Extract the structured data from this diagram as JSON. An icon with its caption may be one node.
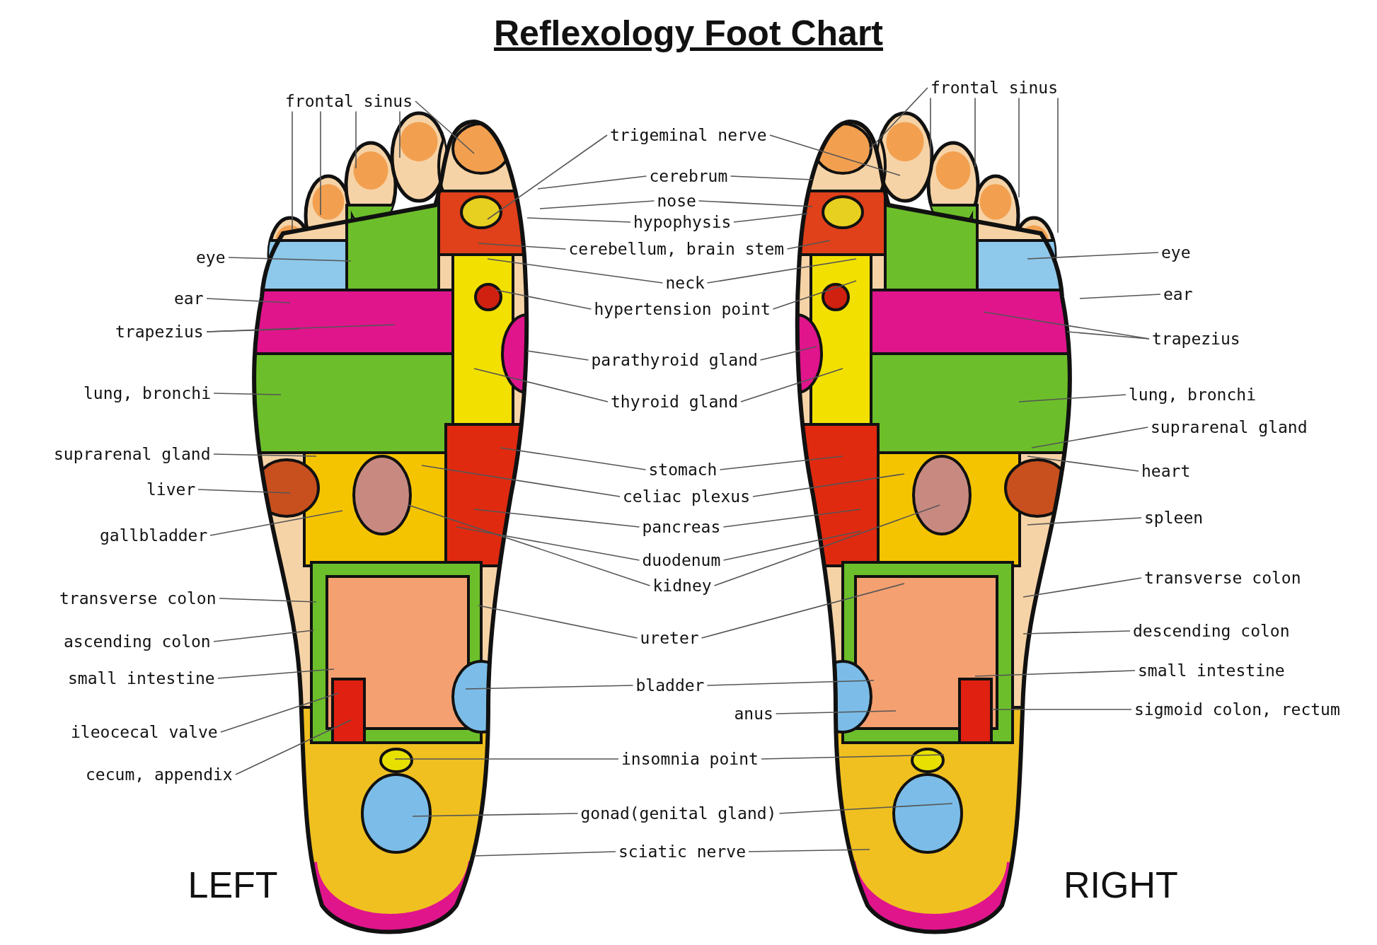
{
  "diagram": {
    "title": "Reflexology Foot Chart",
    "nodes": [
      {
        "text": [
          "frontal sinus"
        ]
      },
      {
        "text": [
          "eye"
        ]
      },
      {
        "text": [
          "ear"
        ]
      },
      {
        "text": [
          "trapezius"
        ]
      },
      {
        "text": [
          "lung, bronchi"
        ]
      },
      {
        "text": [
          "suprarenal gland"
        ]
      },
      {
        "text": [
          "liver"
        ]
      },
      {
        "text": [
          "gallbladder"
        ]
      },
      {
        "text": [
          "transverse colon"
        ]
      },
      {
        "text": [
          "ascending colon"
        ]
      },
      {
        "text": [
          "small intestine"
        ]
      },
      {
        "text": [
          "ileocecal valve"
        ]
      },
      {
        "text": [
          "cecum, appendix"
        ]
      },
      {
        "text": [
          "trigeminal nerve"
        ]
      },
      {
        "text": [
          "cerebrum"
        ]
      },
      {
        "text": [
          "nose"
        ]
      },
      {
        "text": [
          "hypophysis"
        ]
      },
      {
        "text": [
          "cerebellum, brain stem"
        ]
      },
      {
        "text": [
          "neck"
        ]
      },
      {
        "text": [
          "hypertension point"
        ]
      },
      {
        "text": [
          "parathyroid gland"
        ]
      },
      {
        "text": [
          "thyroid gland"
        ]
      },
      {
        "text": [
          "stomach"
        ]
      },
      {
        "text": [
          "celiac plexus"
        ]
      },
      {
        "text": [
          "pancreas"
        ]
      },
      {
        "text": [
          "duodenum"
        ]
      },
      {
        "text": [
          "kidney"
        ]
      },
      {
        "text": [
          "ureter"
        ]
      },
      {
        "text": [
          "bladder"
        ]
      },
      {
        "text": [
          "anus"
        ]
      },
      {
        "text": [
          "insomnia point"
        ]
      },
      {
        "text": [
          "gonad(genital gland)"
        ]
      },
      {
        "text": [
          "sciatic nerve"
        ]
      },
      {
        "text": [
          "frontal sinus"
        ]
      },
      {
        "text": [
          "eye"
        ]
      },
      {
        "text": [
          "ear"
        ]
      },
      {
        "text": [
          "trapezius"
        ]
      },
      {
        "text": [
          "lung, bronchi"
        ]
      },
      {
        "text": [
          "suprarenal gland"
        ]
      },
      {
        "text": [
          "heart"
        ]
      },
      {
        "text": [
          "spleen"
        ]
      },
      {
        "text": [
          "transverse colon"
        ]
      },
      {
        "text": [
          "descending colon"
        ]
      },
      {
        "text": [
          "small intestine"
        ]
      },
      {
        "text": [
          "sigmoid colon, rectum"
        ]
      }
    ],
    "edges": [
      {
        "from": 0,
        "to": null,
        "arrow": "none"
      },
      {
        "from": 0,
        "to": null,
        "arrow": "none"
      },
      {
        "from": 0,
        "to": null,
        "arrow": "none"
      },
      {
        "from": 0,
        "to": null,
        "arrow": "none"
      },
      {
        "from": 0,
        "to": null,
        "arrow": "none"
      },
      {
        "from": 1,
        "to": null,
        "arrow": "none"
      },
      {
        "from": 2,
        "to": null,
        "arrow": "none"
      },
      {
        "from": 3,
        "to": null,
        "arrow": "none"
      },
      {
        "from": 3,
        "to": null,
        "arrow": "none"
      },
      {
        "from": 4,
        "to": null,
        "arrow": "none"
      },
      {
        "from": 5,
        "to": null,
        "arrow": "none"
      },
      {
        "from": 6,
        "to": null,
        "arrow": "none"
      },
      {
        "from": 7,
        "to": null,
        "arrow": "none"
      },
      {
        "from": 8,
        "to": null,
        "arrow": "none"
      },
      {
        "from": 9,
        "to": null,
        "arrow": "none"
      },
      {
        "from": 10,
        "to": null,
        "arrow": "none"
      },
      {
        "from": 11,
        "to": null,
        "arrow": "none"
      },
      {
        "from": 12,
        "to": null,
        "arrow": "none"
      },
      {
        "from": 13,
        "to": null,
        "arrow": "none"
      },
      {
        "from": 13,
        "to": null,
        "arrow": "none"
      },
      {
        "from": 14,
        "to": null,
        "arrow": "none"
      },
      {
        "from": 14,
        "to": null,
        "arrow": "none"
      },
      {
        "from": 15,
        "to": null,
        "arrow": "none"
      },
      {
        "from": 15,
        "to": null,
        "arrow": "none"
      },
      {
        "from": 16,
        "to": null,
        "arrow": "none"
      },
      {
        "from": 16,
        "to": null,
        "arrow": "none"
      },
      {
        "from": 17,
        "to": null,
        "arrow": "none"
      },
      {
        "from": 17,
        "to": null,
        "arrow": "none"
      },
      {
        "from": 18,
        "to": null,
        "arrow": "none"
      },
      {
        "from": 18,
        "to": null,
        "arrow": "none"
      },
      {
        "from": 19,
        "to": null,
        "arrow": "none"
      },
      {
        "from": 19,
        "to": null,
        "arrow": "none"
      },
      {
        "from": 20,
        "to": null,
        "arrow": "none"
      },
      {
        "from": 20,
        "to": null,
        "arrow": "none"
      },
      {
        "from": 21,
        "to": null,
        "arrow": "none"
      },
      {
        "from": 21,
        "to": null,
        "arrow": "none"
      },
      {
        "from": 22,
        "to": null,
        "arrow": "none"
      },
      {
        "from": 22,
        "to": null,
        "arrow": "none"
      },
      {
        "from": 23,
        "to": null,
        "arrow": "none"
      },
      {
        "from": 23,
        "to": null,
        "arrow": "none"
      },
      {
        "from": 24,
        "to": null,
        "arrow": "none"
      },
      {
        "from": 24,
        "to": null,
        "arrow": "none"
      },
      {
        "from": 25,
        "to": null,
        "arrow": "none"
      },
      {
        "from": 25,
        "to": null,
        "arrow": "none"
      },
      {
        "from": 26,
        "to": null,
        "arrow": "none"
      },
      {
        "from": 26,
        "to": null,
        "arrow": "none"
      },
      {
        "from": 27,
        "to": null,
        "arrow": "none"
      },
      {
        "from": 27,
        "to": null,
        "arrow": "none"
      },
      {
        "from": 28,
        "to": null,
        "arrow": "none"
      },
      {
        "from": 28,
        "to": null,
        "arrow": "none"
      },
      {
        "from": 29,
        "to": null,
        "arrow": "none"
      },
      {
        "from": 30,
        "to": null,
        "arrow": "none"
      },
      {
        "from": 30,
        "to": null,
        "arrow": "none"
      },
      {
        "from": 31,
        "to": null,
        "arrow": "none"
      },
      {
        "from": 31,
        "to": null,
        "arrow": "none"
      },
      {
        "from": 32,
        "to": null,
        "arrow": "none"
      },
      {
        "from": 32,
        "to": null,
        "arrow": "none"
      },
      {
        "from": 33,
        "to": null,
        "arrow": "none"
      },
      {
        "from": 33,
        "to": null,
        "arrow": "none"
      },
      {
        "from": 33,
        "to": null,
        "arrow": "none"
      },
      {
        "from": 33,
        "to": null,
        "arrow": "none"
      },
      {
        "from": 33,
        "to": null,
        "arrow": "none"
      },
      {
        "from": 34,
        "to": null,
        "arrow": "none"
      },
      {
        "from": 35,
        "to": null,
        "arrow": "none"
      },
      {
        "from": 36,
        "to": null,
        "arrow": "none"
      },
      {
        "from": 36,
        "to": null,
        "arrow": "none"
      },
      {
        "from": 37,
        "to": null,
        "arrow": "none"
      },
      {
        "from": 38,
        "to": null,
        "arrow": "none"
      },
      {
        "from": 39,
        "to": null,
        "arrow": "none"
      },
      {
        "from": 40,
        "to": null,
        "arrow": "none"
      },
      {
        "from": 41,
        "to": null,
        "arrow": "none"
      },
      {
        "from": 42,
        "to": null,
        "arrow": "none"
      },
      {
        "from": 43,
        "to": null,
        "arrow": "none"
      },
      {
        "from": 44,
        "to": null,
        "arrow": "none"
      }
    ],
    "labels": [
      "LEFT",
      "RIGHT"
    ]
  }
}
